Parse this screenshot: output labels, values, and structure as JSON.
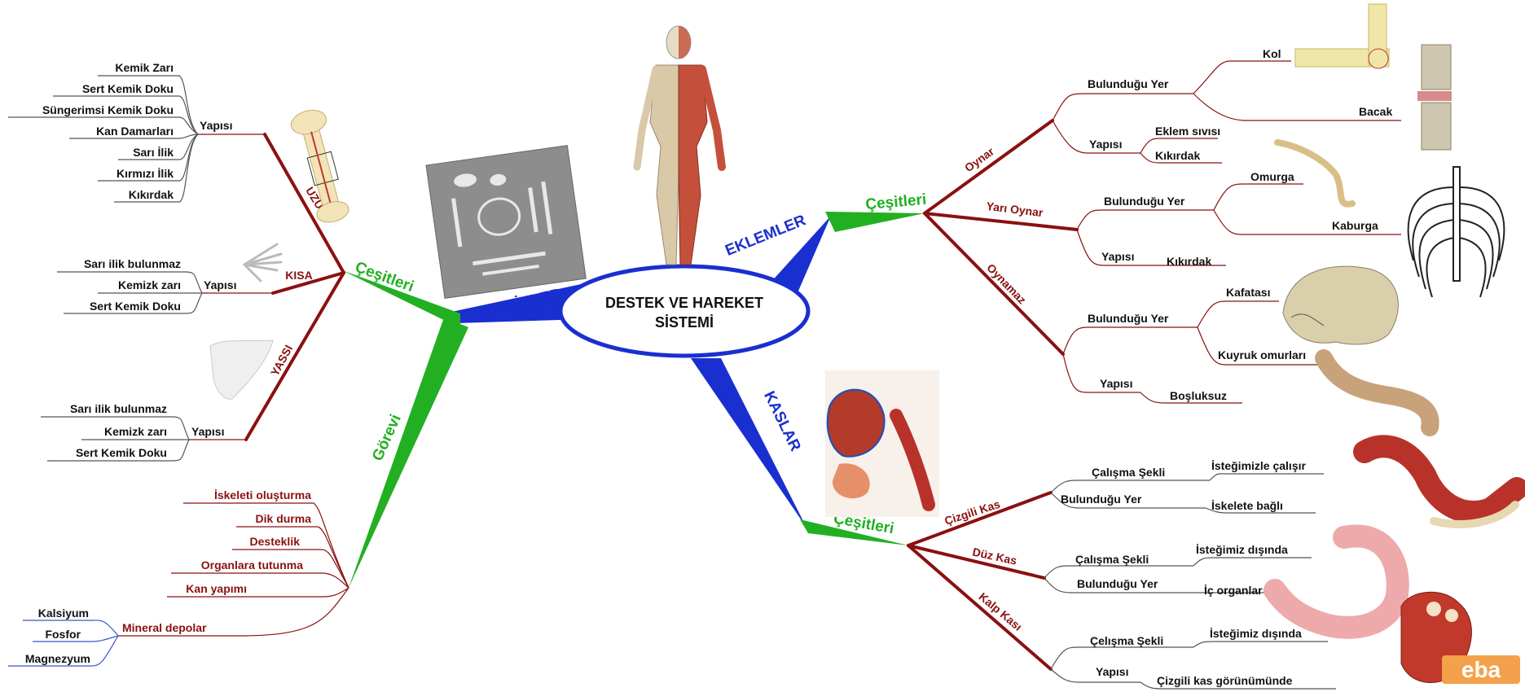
{
  "center": {
    "line1": "DESTEK VE HAREKET",
    "line2": "SİSTEMİ"
  },
  "branches": {
    "kemikler": "KEMİKLER",
    "eklemler": "EKLEMLER",
    "kaslar": "KASLAR"
  },
  "kemikler": {
    "cesitleri": "Çeşitleri",
    "gorevi": "Görevi",
    "uzun": {
      "label": "UZUN",
      "yapisi": "Yapısı",
      "items": [
        "Kemik Zarı",
        "Sert Kemik Doku",
        "Süngerimsi Kemik Doku",
        "Kan Damarları",
        "Sarı İlik",
        "Kırmızı İlik",
        "Kıkırdak"
      ]
    },
    "kisa": {
      "label": "KISA",
      "yapisi": "Yapısı",
      "items": [
        "Sarı ilik bulunmaz",
        "Kemizk zarı",
        "Sert Kemik Doku"
      ]
    },
    "yassi": {
      "label": "YASSI",
      "yapisi": "Yapısı",
      "items": [
        "Sarı ilik bulunmaz",
        "Kemizk zarı",
        "Sert Kemik Doku"
      ]
    },
    "gorevler": [
      "İskeleti oluşturma",
      "Dik durma",
      "Desteklik",
      "Organlara tutunma",
      "Kan yapımı"
    ],
    "mineral": {
      "label": "Mineral depolar",
      "items": [
        "Kalsiyum",
        "Fosfor",
        "Magnezyum"
      ]
    }
  },
  "eklemler": {
    "cesitleri": "Çeşitleri",
    "oynar": {
      "label": "Oynar",
      "yer": "Bulunduğu Yer",
      "yer_items": [
        "Kol",
        "Bacak"
      ],
      "yapisi": "Yapısı",
      "yapi_items": [
        "Eklem sıvısı",
        "Kıkırdak"
      ]
    },
    "yari": {
      "label": "Yarı Oynar",
      "yer": "Bulunduğu Yer",
      "yer_items": [
        "Omurga",
        "Kaburga"
      ],
      "yapisi": "Yapısı",
      "yapi_items": [
        "Kıkırdak"
      ]
    },
    "oynamaz": {
      "label": "Oynamaz",
      "yer": "Bulunduğu Yer",
      "yer_items": [
        "Kafatası",
        "Kuyruk omurları"
      ],
      "yapisi": "Yapısı",
      "yapi_items": [
        "Boşluksuz"
      ]
    }
  },
  "kaslar": {
    "cesitleri": "Çeşitleri",
    "cizgili": {
      "label": "Çizgili Kas",
      "k1": "Çalışma Şekli",
      "v1": "İsteğimizle çalışır",
      "k2": "Bulunduğu Yer",
      "v2": "İskelete bağlı"
    },
    "duz": {
      "label": "Düz Kas",
      "k1": "Çalışma Şekli",
      "v1": "İsteğimiz dışında",
      "k2": "Bulunduğu Yer",
      "v2": "İç organlar"
    },
    "kalp": {
      "label": "Kalp Kası",
      "k1": "Çelışma Şekli",
      "v1": "İsteğimiz dışında",
      "k2": "Yapısı",
      "v2": "Çizgili kas görünümünde"
    }
  },
  "logo": "eba",
  "colors": {
    "green": "#22b022",
    "blue": "#1a2fd0",
    "red": "#8b1010"
  }
}
